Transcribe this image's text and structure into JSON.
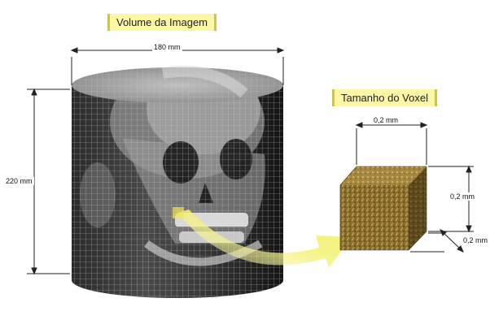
{
  "volume": {
    "title": "Volume da Imagem",
    "width_label": "180 mm",
    "height_label": "220 mm"
  },
  "voxel": {
    "title": "Tamanho do Voxel",
    "top_label": "0,2 mm",
    "right_label": "0,2 mm",
    "depth_label": "0,2 mm"
  },
  "colors": {
    "label_background": "#fbf7a4",
    "arrow": "#f2f06a",
    "cube_front": "#8a6f2c",
    "cylinder_grid": "#e8e8e8"
  }
}
